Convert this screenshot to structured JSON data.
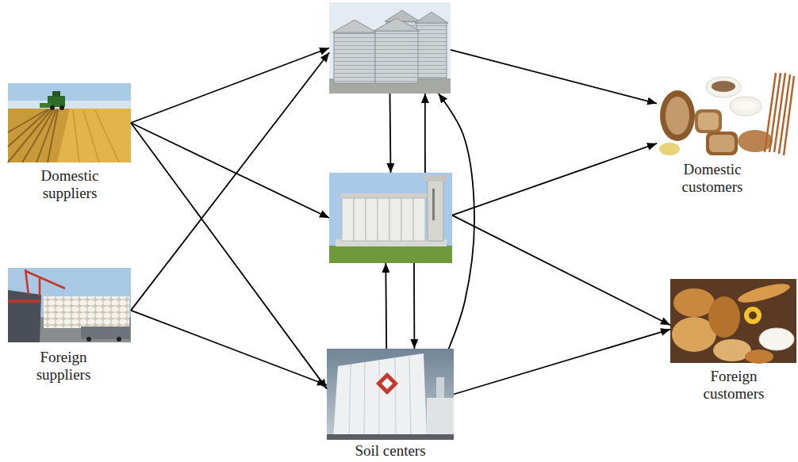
{
  "diagram": {
    "nodes": [
      {
        "text": [
          "Domestic suppliers"
        ]
      },
      {
        "text": [
          "Foreign suppliers"
        ]
      },
      {
        "text": []
      },
      {
        "text": []
      },
      {
        "text": [
          "Soil centers"
        ]
      },
      {
        "text": [
          "Domestic customers"
        ]
      },
      {
        "text": [
          "Foreign customers"
        ]
      }
    ],
    "edges": [
      {
        "from": 0,
        "to": 2,
        "arrow": "to"
      },
      {
        "from": 0,
        "to": 3,
        "arrow": "to"
      },
      {
        "from": 0,
        "to": 4,
        "arrow": "to"
      },
      {
        "from": 1,
        "to": 2,
        "arrow": "to"
      },
      {
        "from": 1,
        "to": 4,
        "arrow": "to"
      },
      {
        "from": 2,
        "to": 5,
        "arrow": "to"
      },
      {
        "from": 2,
        "to": 3,
        "arrow": "to"
      },
      {
        "from": 3,
        "to": 2,
        "arrow": "to"
      },
      {
        "from": 4,
        "to": 2,
        "arrow": "to"
      },
      {
        "from": 3,
        "to": 5,
        "arrow": "to"
      },
      {
        "from": 3,
        "to": 6,
        "arrow": "to"
      },
      {
        "from": 3,
        "to": 4,
        "arrow": "to"
      },
      {
        "from": 4,
        "to": 3,
        "arrow": "to"
      },
      {
        "from": 4,
        "to": 6,
        "arrow": "to"
      }
    ]
  }
}
